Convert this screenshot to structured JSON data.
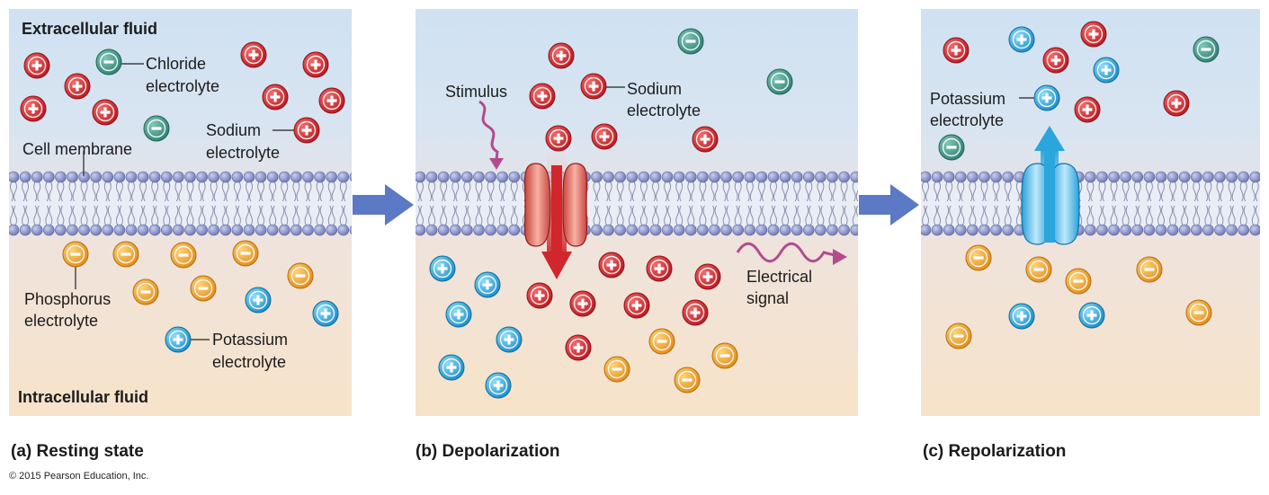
{
  "panels": [
    {
      "caption": "(a) Resting state",
      "top_label": "Extracellular fluid",
      "bottom_label": "Intracellular fluid",
      "membrane_label": "Cell membrane",
      "labels": {
        "chloride": [
          "Chloride",
          "electrolyte"
        ],
        "sodium": [
          "Sodium",
          "electrolyte"
        ],
        "phosphorus": [
          "Phosphorus",
          "electrolyte"
        ],
        "potassium": [
          "Potassium",
          "electrolyte"
        ]
      }
    },
    {
      "caption": "(b) Depolarization",
      "labels": {
        "stimulus": "Stimulus",
        "sodium": [
          "Sodium",
          "electrolyte"
        ],
        "signal": [
          "Electrical",
          "signal"
        ]
      }
    },
    {
      "caption": "(c) Repolarization",
      "labels": {
        "potassium": [
          "Potassium",
          "electrolyte"
        ]
      }
    }
  ],
  "copyright": "© 2015 Pearson Education, Inc.",
  "colors": {
    "sodium": "#d0262c",
    "chloride": "#3f9a8a",
    "potassium": "#2aa6dc",
    "phosphorus": "#f0a531",
    "flow_arrow": "#5b79c4",
    "membrane_head": "#7d86c2",
    "signal": "#b24b8c"
  },
  "icons": {
    "cation": "plus-sign",
    "anion": "minus-sign"
  }
}
